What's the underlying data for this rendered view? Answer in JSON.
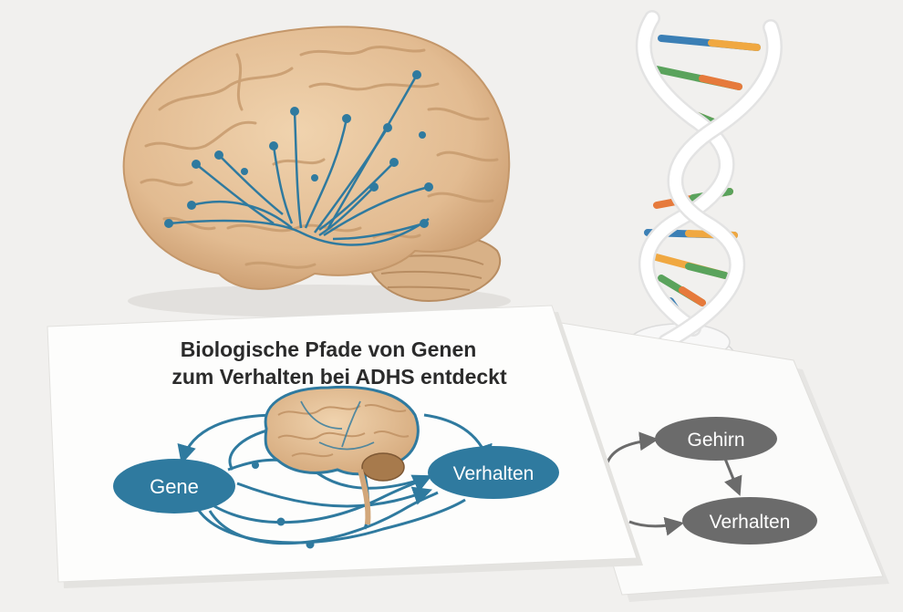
{
  "card_main": {
    "title_line1": "Biologische Pfade von Genen",
    "title_line2": "zum Verhalten bei ADHS entdeckt",
    "node_left": "Gene",
    "node_right": "Verhalten"
  },
  "card_side": {
    "node_top": "Gehirn",
    "node_bottom": "Verhalten"
  },
  "colors": {
    "background": "#f1f0ee",
    "pathway_blue": "#2f7a9f",
    "node_blue": "#2f7a9f",
    "node_gray": "#6b6b6b",
    "brain_tan": "#e6c39b"
  }
}
